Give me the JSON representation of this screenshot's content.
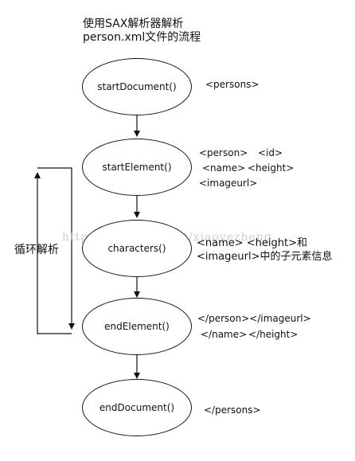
{
  "title": {
    "line1": "使用SAX解析器解析",
    "line2": "person.xml文件的流程"
  },
  "nodes": [
    {
      "label": "startDocument()"
    },
    {
      "label": "startElement()"
    },
    {
      "label": "characters()"
    },
    {
      "label": "endElement()"
    },
    {
      "label": "endDocument()"
    }
  ],
  "notes": {
    "start_document": "<persons>",
    "start_element": {
      "person": "<person>",
      "id": "<id>",
      "name": "<name>",
      "height": "<height>",
      "imageurl": "<imageurl>"
    },
    "characters": {
      "line1": "<name> <height>和",
      "line2": "<imageurl>中的子元素信息"
    },
    "end_element": {
      "line1": "</person></imageurl>",
      "name": "</name>",
      "height": "</height>"
    },
    "end_document": "</persons>"
  },
  "loop_label": "循环解析",
  "watermark": "http://blog.csdn.net/xiaoyezheng"
}
